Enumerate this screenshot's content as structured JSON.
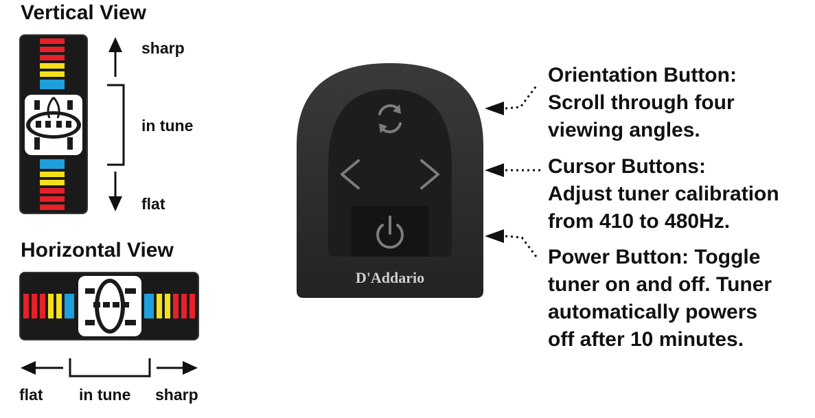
{
  "vertical_view": {
    "title": "Vertical View",
    "label_sharp": "sharp",
    "label_in_tune": "in tune",
    "label_flat": "flat"
  },
  "horizontal_view": {
    "title": "Horizontal View",
    "label_flat": "flat",
    "label_in_tune": "in tune",
    "label_sharp": "sharp"
  },
  "device": {
    "brand": "D'Addario",
    "buttons": [
      "orientation",
      "left cursor",
      "right cursor",
      "power"
    ]
  },
  "callouts": [
    {
      "title": "Orientation Button:",
      "lines": [
        "Scroll through four",
        "viewing angles."
      ]
    },
    {
      "title": "Cursor Buttons:",
      "lines": [
        "Adjust tuner calibration",
        "from 410 to 480Hz."
      ]
    },
    {
      "title": "Power Button:",
      "title_suffix": "Toggle",
      "lines": [
        "tuner on and off. Tuner",
        "automatically powers",
        "off after 10 minutes."
      ]
    }
  ],
  "colors": {
    "red": "#e8202a",
    "yellow": "#f4e01a",
    "blue": "#1ea0dc",
    "device_body": "#2b2b2d",
    "device_face": "#1d1d1f",
    "button_gray": "#7c7c7e"
  }
}
